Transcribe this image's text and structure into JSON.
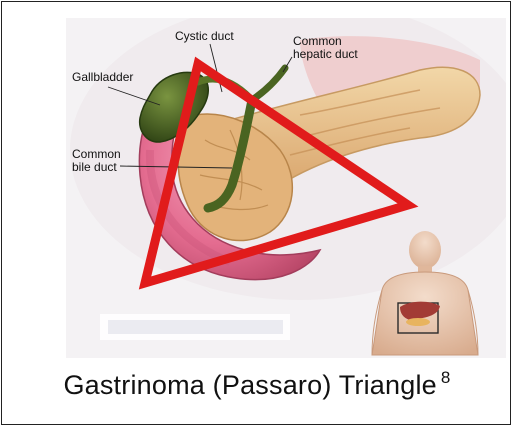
{
  "figure": {
    "labels": {
      "cystic_duct": "Cystic duct",
      "common_hepatic_duct_line1": "Common",
      "common_hepatic_duct_line2": "hepatic duct",
      "gallbladder": "Gallbladder",
      "common_bile_duct_line1": "Common",
      "common_bile_duct_line2": "bile duct"
    },
    "caption": "Gastrinoma (Passaro) Triangle",
    "caption_reference": "8"
  },
  "colors": {
    "triangle": "#e11b1b",
    "background_tint": "#f3f1f3",
    "gallbladder": "#3f5a1f",
    "duodenum": "#e86f93",
    "pancreas": "#e7c38d",
    "liver": "#a23b35"
  }
}
